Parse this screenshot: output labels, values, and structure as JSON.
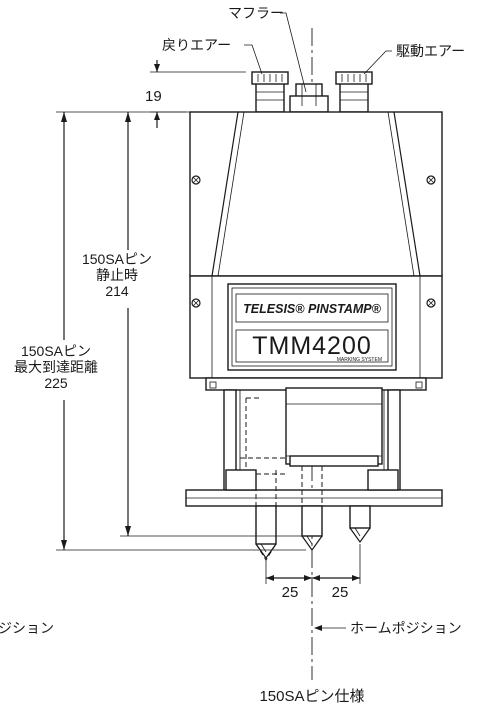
{
  "labels": {
    "muffler": "マフラー",
    "return_air": "戻りエアー",
    "drive_air": "駆動エアー",
    "home_position_right": "ホームポジション",
    "home_position_left": "ジション"
  },
  "dimensions": {
    "top_offset": "19",
    "rest_label_1": "150SAピン",
    "rest_label_2": "静止時",
    "rest_value": "214",
    "max_label_1": "150SAピン",
    "max_label_2": "最大到達距離",
    "max_value": "225",
    "pitch_left": "25",
    "pitch_right": "25"
  },
  "nameplate": {
    "brand": "TELESIS® PINSTAMP®",
    "model": "TMM4200",
    "subtitle": "MARKING SYSTEM"
  },
  "caption": "150SAピン仕様"
}
